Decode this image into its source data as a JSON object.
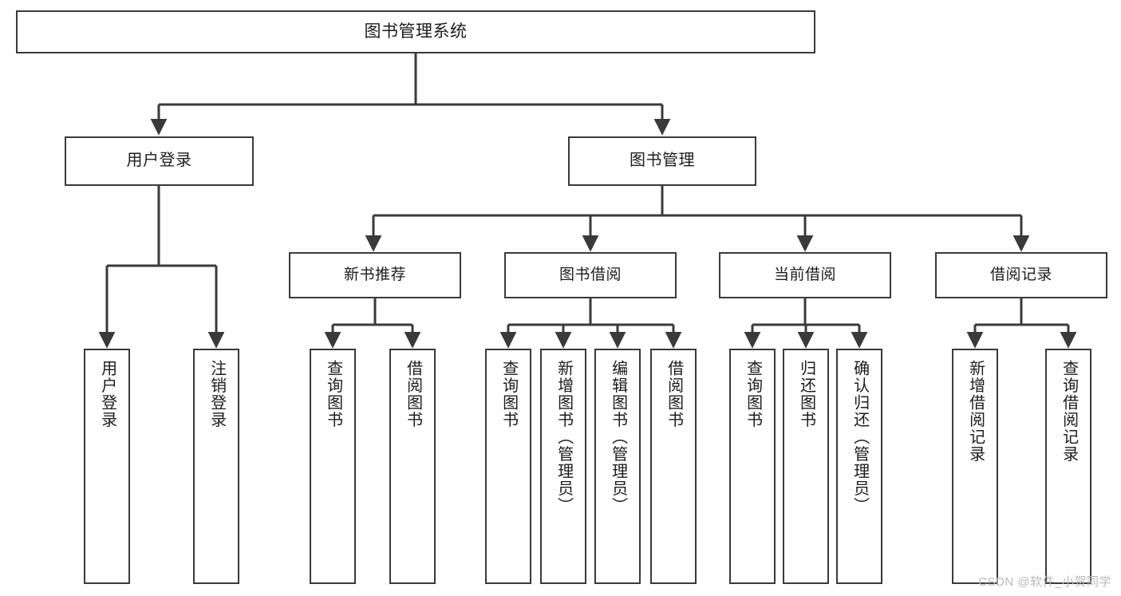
{
  "diagram": {
    "title": "图书管理系统",
    "type": "tree-hierarchy",
    "root": {
      "label": "图书管理系统"
    },
    "level1": [
      {
        "label": "用户登录"
      },
      {
        "label": "图书管理"
      }
    ],
    "level2": [
      {
        "label": "新书推荐"
      },
      {
        "label": "图书借阅"
      },
      {
        "label": "当前借阅"
      },
      {
        "label": "借阅记录"
      }
    ],
    "leaves": {
      "user_login": [
        {
          "label": "用户登录"
        },
        {
          "label": "注销登录"
        }
      ],
      "new_book_recommend": [
        {
          "label": "查询图书"
        },
        {
          "label": "借阅图书"
        }
      ],
      "book_borrow": [
        {
          "label": "查询图书"
        },
        {
          "label": "新增图书（管理员）"
        },
        {
          "label": "编辑图书（管理员）"
        },
        {
          "label": "借阅图书"
        }
      ],
      "current_borrow": [
        {
          "label": "查询图书"
        },
        {
          "label": "归还图书"
        },
        {
          "label": "确认归还（管理员）"
        }
      ],
      "borrow_record": [
        {
          "label": "新增借阅记录"
        },
        {
          "label": "查询借阅记录"
        }
      ]
    }
  },
  "watermark": {
    "text": "CSDN @软件_小贺同学"
  },
  "colors": {
    "border": "#3a3a3a",
    "text": "#1c1c1c",
    "background": "#ffffff",
    "watermark": "#b9b9b9"
  }
}
